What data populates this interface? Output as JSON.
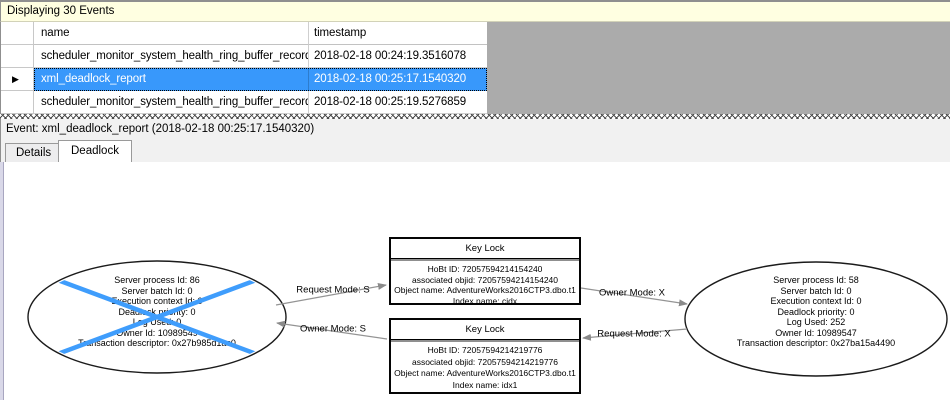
{
  "events_pane": {
    "title": "Displaying 30 Events",
    "columns": [
      "name",
      "timestamp"
    ],
    "rows": [
      {
        "name": "scheduler_monitor_system_health_ring_buffer_recorded",
        "timestamp": "2018-02-18 00:24:19.3516078",
        "selected": false
      },
      {
        "name": "xml_deadlock_report",
        "timestamp": "2018-02-18 00:25:17.1540320",
        "selected": true
      },
      {
        "name": "scheduler_monitor_system_health_ring_buffer_recorded",
        "timestamp": "2018-02-18 00:25:19.5276859",
        "selected": false
      }
    ]
  },
  "icons": {
    "selected_row_marker": "▶"
  },
  "event_bar": {
    "label": "Event: xml_deadlock_report (2018-02-18 00:25:17.1540320)"
  },
  "tabs": [
    {
      "label": "Details",
      "active": false
    },
    {
      "label": "Deadlock",
      "active": true
    }
  ],
  "deadlock_graph": {
    "left_process": {
      "victim": true,
      "lines": [
        "Server process Id: 86",
        "Server batch Id: 0",
        "Execution context Id: 0",
        "Deadlock priority: 0",
        "Log Used: 0",
        "Owner Id: 10989549",
        "Transaction descriptor: 0x27b985d1ac0"
      ]
    },
    "right_process": {
      "victim": false,
      "lines": [
        "Server process Id: 58",
        "Server batch Id: 0",
        "Execution context Id: 0",
        "Deadlock priority: 0",
        "Log Used: 252",
        "Owner Id: 10989547",
        "Transaction descriptor: 0x27ba15a4490"
      ]
    },
    "top_resource": {
      "title": "Key Lock",
      "lines": [
        "HoBt ID: 72057594214154240",
        "associated objid: 72057594214154240",
        "Object name: AdventureWorks2016CTP3.dbo.t1",
        "Index name: cidx"
      ]
    },
    "bottom_resource": {
      "title": "Key Lock",
      "lines": [
        "HoBt ID: 72057594214219776",
        "associated objid: 72057594214219776",
        "Object name: AdventureWorks2016CTP3.dbo.t1",
        "Index name: idx1"
      ]
    },
    "edges": [
      {
        "label": "Request Mode: S"
      },
      {
        "label": "Owner Mode: S"
      },
      {
        "label": "Owner Mode: X"
      },
      {
        "label": "Request Mode: X"
      }
    ]
  },
  "colors": {
    "selection_blue": "#3898FB",
    "victim_x_blue": "#3F9DFC",
    "info_bar_yellow": "#FFFFE1",
    "grid_filler_gray": "#ABABAB",
    "edge_gray": "#8A8A8A"
  }
}
